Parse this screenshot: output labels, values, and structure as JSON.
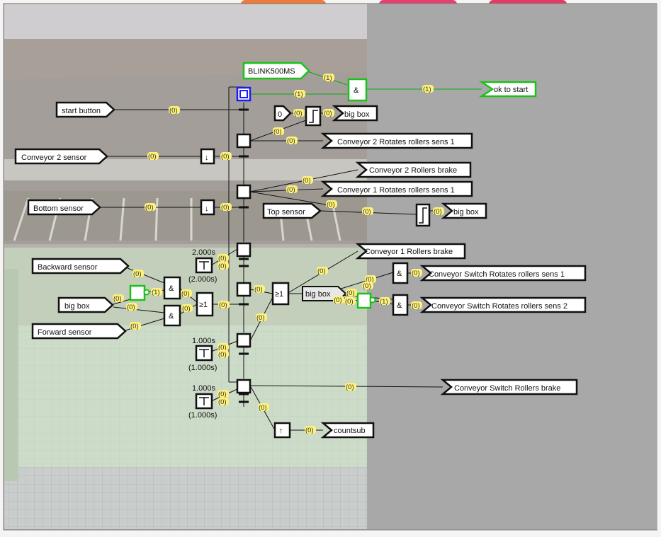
{
  "inputs": {
    "blink": "BLINK500MS",
    "start_button": "start button",
    "conveyor2_sensor": "Conveyor 2 sensor",
    "bottom_sensor": "Bottom sensor",
    "top_sensor": "Top sensor",
    "backward_sensor": "Backward sensor",
    "big_box_in": "big box",
    "forward_sensor": "Forward sensor",
    "constant_zero": "0"
  },
  "outputs": {
    "ok_to_start": "ok to start",
    "big_box_1": "big box",
    "conv2_rotates": "Conveyor 2 Rotates rollers sens 1",
    "conv2_brake": "Conveyor 2 Rollers brake",
    "conv1_rotates": "Conveyor 1 Rotates rollers sens 1",
    "big_box_2": "big box",
    "conv1_brake": "Conveyor 1 Rollers brake",
    "switch_rotates_1": "Conveyor Switch Rotates rollers sens 1",
    "switch_rotates_2": "Conveyor Switch Rotates rollers sens 2",
    "switch_brake": "Conveyor Switch Rollers brake",
    "countsub": "countsub"
  },
  "gates": {
    "and": "&",
    "or": "≥1",
    "falling": "↓",
    "rising": "↑",
    "mid_big_box": "big box"
  },
  "timers": {
    "t1_preset": "2.000s",
    "t1_current": "(2.000s)",
    "t2_preset": "1.000s",
    "t2_current": "(1.000s)",
    "t3_preset": "1.000s",
    "t3_current": "(1.000s)"
  },
  "signal_values": {
    "one": "(1)",
    "zero": "(0)"
  },
  "colors": {
    "active_wire": "#12a812",
    "active_block": "#19c219",
    "initial_step": "#1a1aff",
    "value_bg": "#fff27a",
    "block_border": "#111111"
  }
}
